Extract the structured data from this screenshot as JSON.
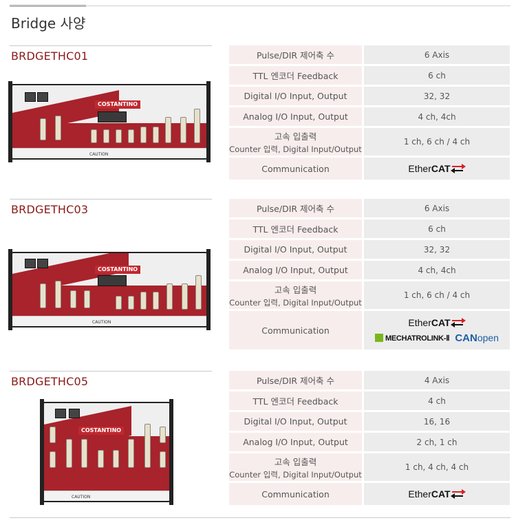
{
  "page": {
    "title": "Bridge 사양"
  },
  "models": [
    {
      "name": "BRDGETHC01",
      "image": {
        "brand_text": "COSTANTINO",
        "caution_text": "CAUTION"
      },
      "specs": [
        {
          "label": "Pulse/DIR 제어축 수",
          "value": "6 Axis"
        },
        {
          "label": "TTL 엔코더 Feedback",
          "value": "6 ch"
        },
        {
          "label": "Digital I/O Input, Output",
          "value": "32, 32"
        },
        {
          "label": "Analog I/O Input, Output",
          "value": "4 ch, 4ch"
        },
        {
          "label": "고속 입출력",
          "sublabel": "Counter 입력, Digital Input/Output",
          "value": "1 ch, 6 ch / 4 ch"
        },
        {
          "label": "Communication",
          "logos": [
            "EtherCAT"
          ]
        }
      ]
    },
    {
      "name": "BRDGETHC03",
      "image": {
        "brand_text": "COSTANTINO",
        "caution_text": "CAUTION"
      },
      "specs": [
        {
          "label": "Pulse/DIR 제어축 수",
          "value": "6 Axis"
        },
        {
          "label": "TTL 엔코더 Feedback",
          "value": "6 ch"
        },
        {
          "label": "Digital I/O Input, Output",
          "value": "32, 32"
        },
        {
          "label": "Analog I/O Input, Output",
          "value": "4 ch, 4ch"
        },
        {
          "label": "고속 입출력",
          "sublabel": "Counter 입력, Digital Input/Output",
          "value": "1 ch, 6 ch / 4 ch"
        },
        {
          "label": "Communication",
          "logos": [
            "EtherCAT",
            "MECHATROLINK-II",
            "CANopen"
          ]
        }
      ]
    },
    {
      "name": "BRDGETHC05",
      "image": {
        "brand_text": "COSTANTINO",
        "caution_text": "CAUTION"
      },
      "specs": [
        {
          "label": "Pulse/DIR 제어축 수",
          "value": "4 Axis"
        },
        {
          "label": "TTL 엔코더 Feedback",
          "value": "4 ch"
        },
        {
          "label": "Digital I/O Input, Output",
          "value": "16, 16"
        },
        {
          "label": "Analog I/O Input, Output",
          "value": "2 ch, 1 ch"
        },
        {
          "label": "고속 입출력",
          "sublabel": "Counter 입력, Digital Input/Output",
          "value": "1 ch, 4 ch, 4 ch"
        },
        {
          "label": "Communication",
          "logos": [
            "EtherCAT"
          ]
        }
      ]
    }
  ],
  "logos": {
    "ethercat": {
      "prefix": "Ether",
      "bold": "CAT",
      "accent": "#d62027"
    },
    "mechatrolink": {
      "text": "MECHATROLINK-Ⅱ",
      "color": "#7ab51d"
    },
    "canopen": {
      "bold": "CAN",
      "rest": "open",
      "color": "#1d5fa5"
    }
  },
  "colors": {
    "model_title": "#8b1a1a",
    "label_bg": "#f8eded",
    "value_bg": "#ececec",
    "device_red": "#a8232b"
  }
}
